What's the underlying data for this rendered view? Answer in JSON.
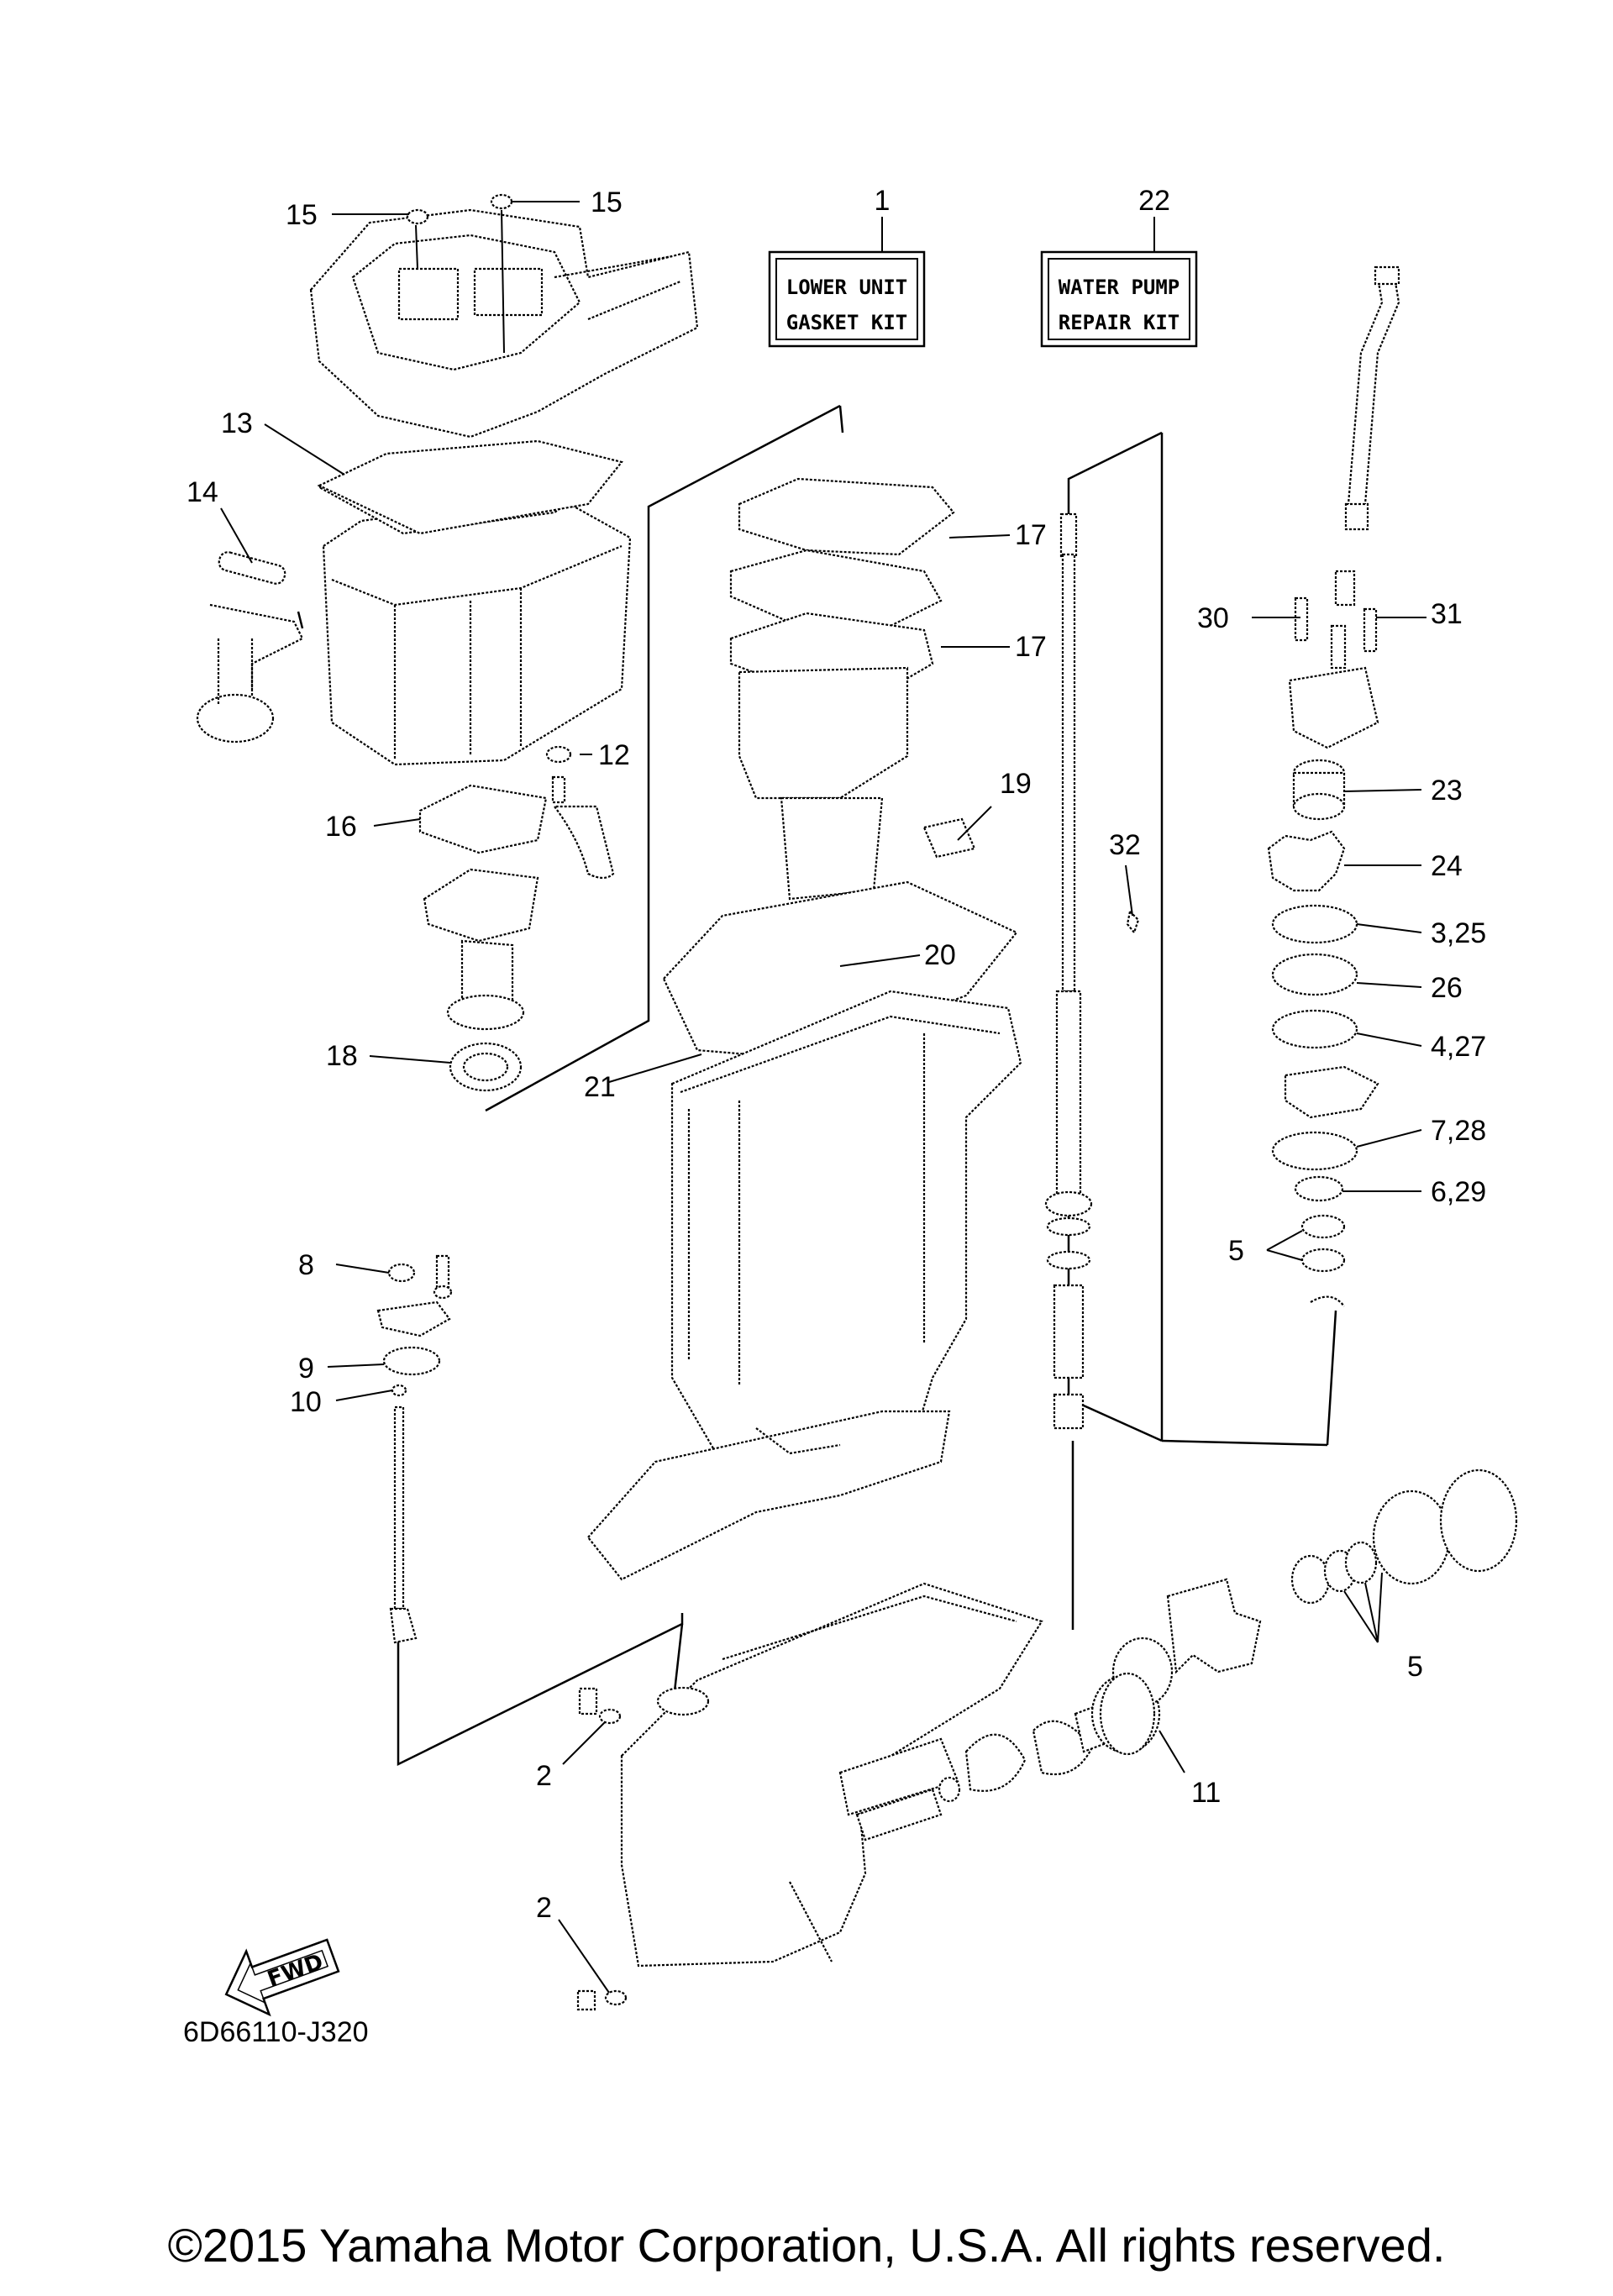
{
  "diagram": {
    "labels": {
      "l1": "1",
      "l2a": "2",
      "l2b": "2",
      "l5a": "5",
      "l5b": "5",
      "l8": "8",
      "l9": "9",
      "l10": "10",
      "l11": "11",
      "l12": "12",
      "l13": "13",
      "l14": "14",
      "l15a": "15",
      "l15b": "15",
      "l16": "16",
      "l17a": "17",
      "l17b": "17",
      "l18": "18",
      "l19": "19",
      "l20": "20",
      "l21": "21",
      "l22": "22",
      "l23": "23",
      "l24": "24",
      "l325": "3,25",
      "l26": "26",
      "l427": "4,27",
      "l728": "7,28",
      "l629": "6,29",
      "l30": "30",
      "l31": "31",
      "l32": "32"
    },
    "kits": {
      "lower_unit_line1": "LOWER UNIT",
      "lower_unit_line2": "GASKET KIT",
      "water_pump_line1": "WATER PUMP",
      "water_pump_line2": "REPAIR KIT"
    },
    "fwd": "FWD",
    "drawing_number": "6D66110-J320"
  },
  "copyright": "©2015 Yamaha Motor Corporation, U.S.A. All rights reserved."
}
